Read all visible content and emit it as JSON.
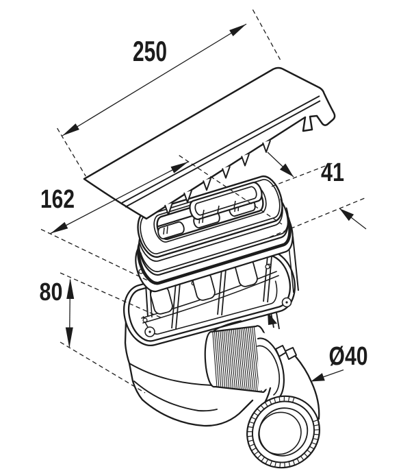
{
  "diagram": {
    "type": "exploded technical drawing",
    "subject": "shower tray drain trap with cover, waste flange and 40 mm outlet elbow",
    "background": "#ffffff",
    "line_color": "#1c1c1c"
  },
  "dimensions": {
    "cover_length": "250",
    "waste_length": "162",
    "waste_width": "41",
    "body_height": "80",
    "outlet_diameter": "Ø40"
  }
}
